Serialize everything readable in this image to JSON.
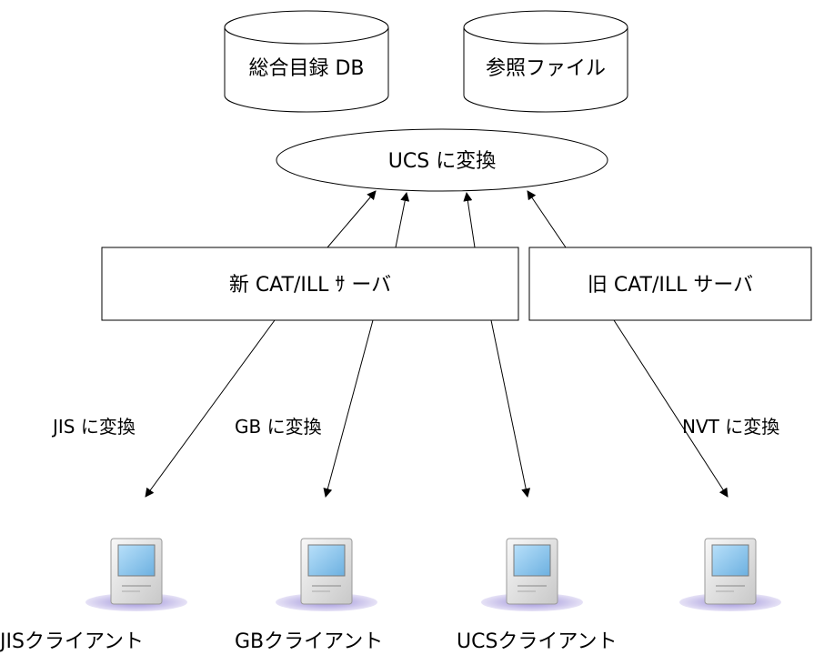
{
  "databases": {
    "union_catalog": "総合目録 DB",
    "reference_file": "参照ファイル"
  },
  "converter": "UCS に変換",
  "servers": {
    "new": "新 CAT/ILL ｻ ーバ",
    "old": "旧 CAT/ILL サーバ"
  },
  "conversions": {
    "jis": "JIS に変換",
    "gb": "GB に変換",
    "nvt": "NVT に変換"
  },
  "clients": {
    "jis": "JISクライアント",
    "gb": "GBクライアント",
    "ucs": "UCSクライアント"
  },
  "colors": {
    "screen": "#8ec8f0",
    "computer_body": "#ececec",
    "shadow": "#b8b0e0",
    "stroke": "#000000"
  }
}
